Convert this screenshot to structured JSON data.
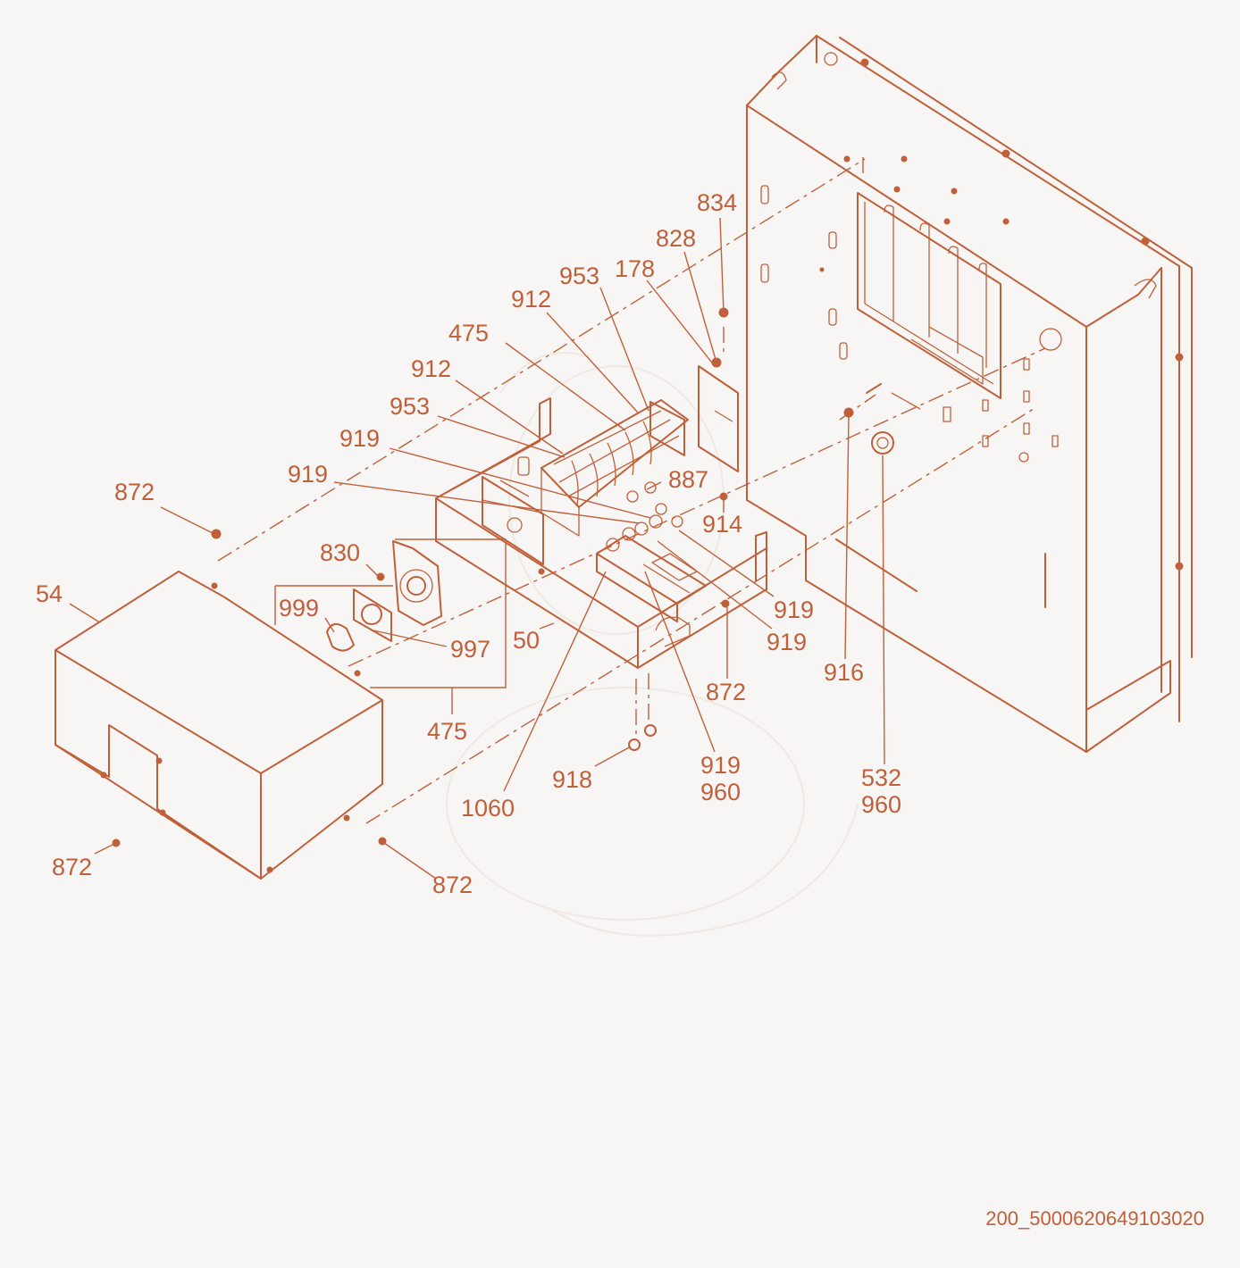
{
  "diagram": {
    "color": "#c0603a",
    "background": "#f7f6f5",
    "document_id": "200_5000620649103020",
    "callouts": [
      {
        "id": "c-834",
        "text": "834"
      },
      {
        "id": "c-828",
        "text": "828"
      },
      {
        "id": "c-953a",
        "text": "953"
      },
      {
        "id": "c-178",
        "text": "178"
      },
      {
        "id": "c-912a",
        "text": "912"
      },
      {
        "id": "c-475a",
        "text": "475"
      },
      {
        "id": "c-912b",
        "text": "912"
      },
      {
        "id": "c-953b",
        "text": "953"
      },
      {
        "id": "c-919a",
        "text": "919"
      },
      {
        "id": "c-919b",
        "text": "919"
      },
      {
        "id": "c-887",
        "text": "887"
      },
      {
        "id": "c-914",
        "text": "914"
      },
      {
        "id": "c-872a",
        "text": "872"
      },
      {
        "id": "c-830",
        "text": "830"
      },
      {
        "id": "c-54",
        "text": "54"
      },
      {
        "id": "c-999",
        "text": "999"
      },
      {
        "id": "c-997",
        "text": "997"
      },
      {
        "id": "c-50",
        "text": "50"
      },
      {
        "id": "c-475b",
        "text": "475"
      },
      {
        "id": "c-919c",
        "text": "919"
      },
      {
        "id": "c-919d",
        "text": "919"
      },
      {
        "id": "c-916",
        "text": "916"
      },
      {
        "id": "c-872b",
        "text": "872"
      },
      {
        "id": "c-918",
        "text": "918"
      },
      {
        "id": "c-919e",
        "text": "919"
      },
      {
        "id": "c-960a",
        "text": "960"
      },
      {
        "id": "c-1060",
        "text": "1060"
      },
      {
        "id": "c-532",
        "text": "532"
      },
      {
        "id": "c-960b",
        "text": "960"
      },
      {
        "id": "c-872c",
        "text": "872"
      },
      {
        "id": "c-872d",
        "text": "872"
      }
    ]
  }
}
